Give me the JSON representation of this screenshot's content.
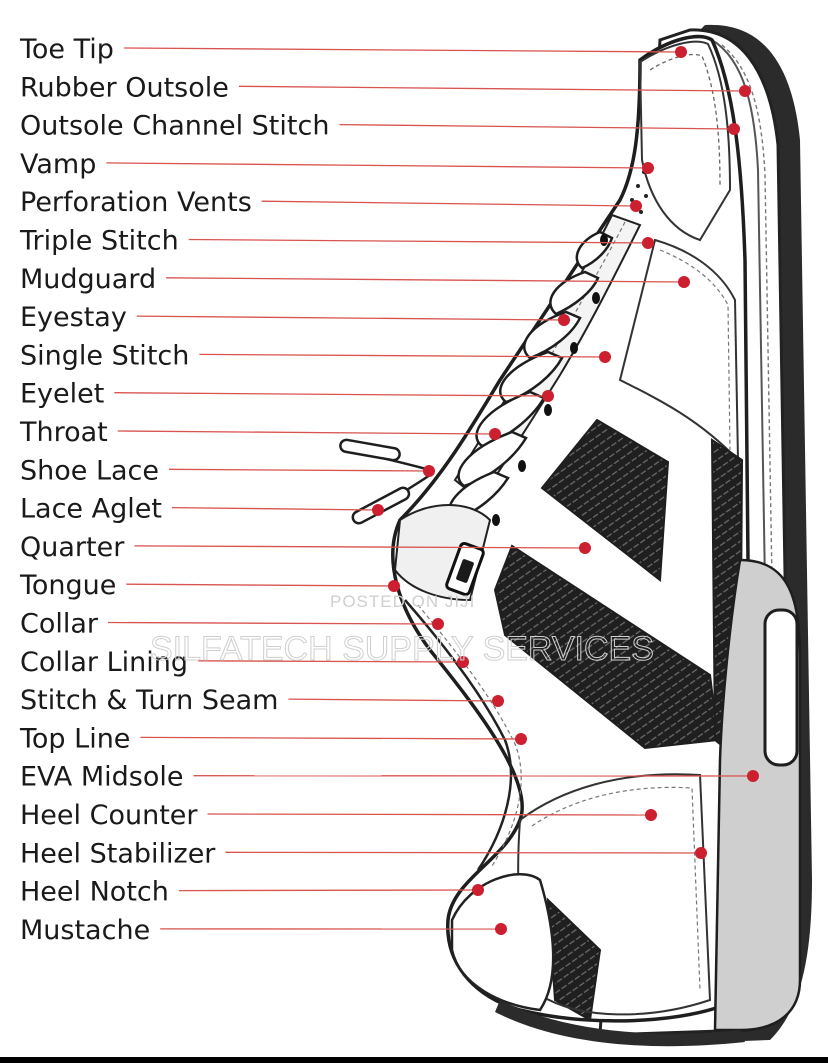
{
  "diagram": {
    "parts": [
      {
        "label": "Toe Tip",
        "target": [
          681,
          52
        ]
      },
      {
        "label": "Rubber Outsole",
        "target": [
          745,
          91
        ]
      },
      {
        "label": "Outsole Channel Stitch",
        "target": [
          734,
          129
        ]
      },
      {
        "label": "Vamp",
        "target": [
          648,
          168
        ]
      },
      {
        "label": "Perforation Vents",
        "target": [
          636,
          206
        ]
      },
      {
        "label": "Triple Stitch",
        "target": [
          648,
          243
        ]
      },
      {
        "label": "Mudguard",
        "target": [
          684,
          282
        ]
      },
      {
        "label": "Eyestay",
        "target": [
          564,
          320
        ]
      },
      {
        "label": "Single Stitch",
        "target": [
          605,
          357
        ]
      },
      {
        "label": "Eyelet",
        "target": [
          548,
          396
        ]
      },
      {
        "label": "Throat",
        "target": [
          495,
          434
        ]
      },
      {
        "label": "Shoe Lace",
        "target": [
          429,
          471
        ]
      },
      {
        "label": "Lace Aglet",
        "target": [
          378,
          510
        ]
      },
      {
        "label": "Quarter",
        "target": [
          585,
          548
        ]
      },
      {
        "label": "Tongue",
        "target": [
          394,
          586
        ]
      },
      {
        "label": "Collar",
        "target": [
          438,
          624
        ]
      },
      {
        "label": "Collar Lining",
        "target": [
          463,
          662
        ]
      },
      {
        "label": "Stitch & Turn Seam",
        "target": [
          498,
          701
        ]
      },
      {
        "label": "Top Line",
        "target": [
          521,
          739
        ]
      },
      {
        "label": "EVA Midsole",
        "target": [
          753,
          776
        ]
      },
      {
        "label": "Heel Counter",
        "target": [
          651,
          815
        ]
      },
      {
        "label": "Heel Stabilizer",
        "target": [
          701,
          853
        ]
      },
      {
        "label": "Heel Notch",
        "target": [
          478,
          890
        ]
      },
      {
        "label": "Mustache",
        "target": [
          501,
          929
        ]
      }
    ],
    "watermark": {
      "posted": "POSTED ON JIJI",
      "company": "SILFATECH SUPPLY SERVICES"
    }
  }
}
